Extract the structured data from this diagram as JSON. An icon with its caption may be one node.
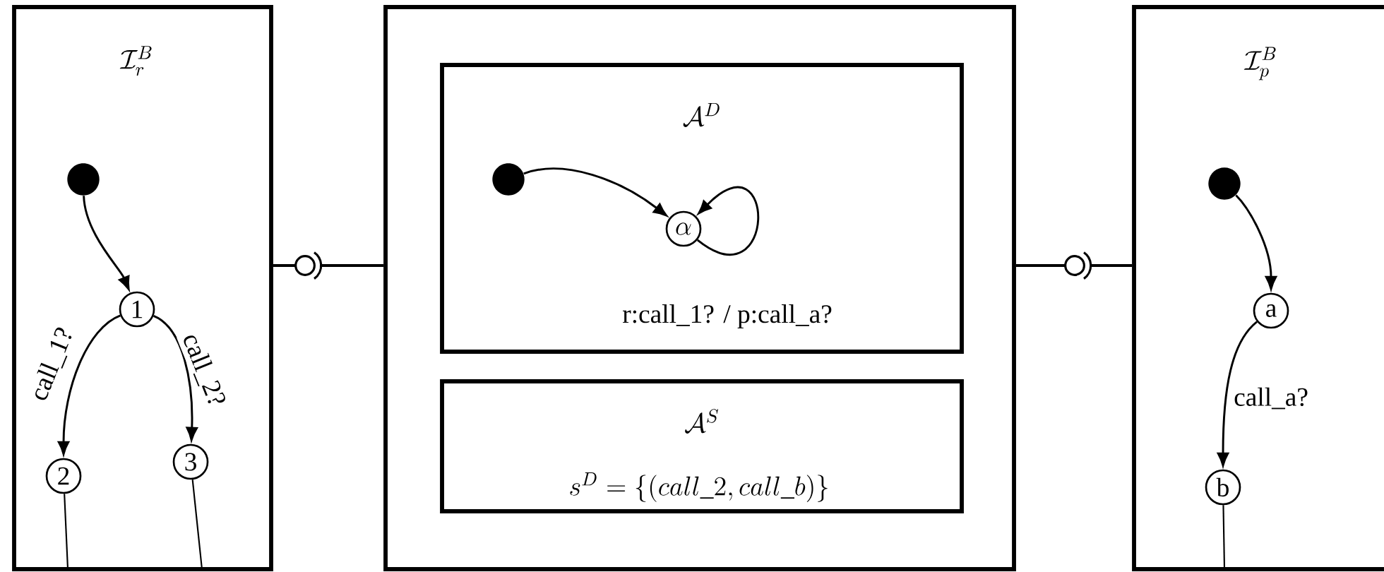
{
  "diagram": {
    "nodes": [
      {
        "text": [
          "\\mathcal{I}_r^B"
        ]
      },
      {
        "text": [],
        "shape": "circle",
        "in": 0
      },
      {
        "text": [
          "1"
        ],
        "in": 0
      },
      {
        "text": [
          "2"
        ],
        "in": 0
      },
      {
        "text": [
          "3"
        ],
        "in": 0
      },
      {
        "text": [],
        "shape": "box"
      },
      {
        "text": [
          "\\mathcal{A}^D",
          "r:call_1? / p:call_a?"
        ],
        "in": 5
      },
      {
        "text": [],
        "shape": "circle",
        "in": 6
      },
      {
        "text": [
          "\\alpha"
        ],
        "in": 6
      },
      {
        "text": [
          "\\mathcal{A}^S",
          "s^D = \\{(call\\_2, call\\_b)\\}"
        ],
        "in": 5
      },
      {
        "text": [
          "\\mathcal{I}_p^B"
        ]
      },
      {
        "text": [],
        "shape": "circle",
        "in": 10
      },
      {
        "text": [
          "a"
        ],
        "in": 10
      },
      {
        "text": [
          "b"
        ],
        "in": 10
      }
    ],
    "edges": [
      {
        "from": 1,
        "to": 2,
        "arrow": "to"
      },
      {
        "from": 2,
        "to": 3,
        "arrow": "to",
        "label": "call_1?"
      },
      {
        "from": 2,
        "to": 4,
        "arrow": "to",
        "label": "call_2?"
      },
      {
        "from": 7,
        "to": 8,
        "arrow": "to"
      },
      {
        "from": 8,
        "to": 8,
        "arrow": "to"
      },
      {
        "from": 11,
        "to": 12,
        "arrow": "to"
      },
      {
        "from": 12,
        "to": 13,
        "arrow": "to",
        "label": "call_a?"
      },
      {
        "from": 0,
        "to": 5,
        "arrow": "none"
      },
      {
        "from": 5,
        "to": 10,
        "arrow": "none"
      },
      {
        "from": 3,
        "to": null,
        "arrow": "none"
      },
      {
        "from": 4,
        "to": null,
        "arrow": "none"
      },
      {
        "from": 13,
        "to": null,
        "arrow": "none"
      }
    ]
  }
}
